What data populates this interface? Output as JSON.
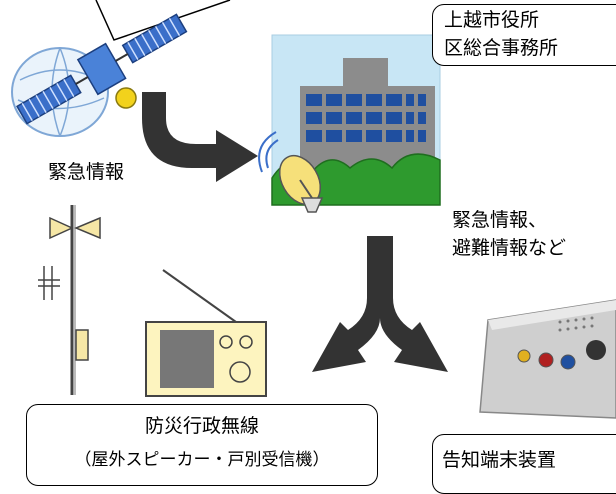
{
  "city_hall": {
    "line1": "上越市役所",
    "line2": "区総合事務所"
  },
  "satellite_label": "緊急情報",
  "info_label": {
    "line1": "緊急情報、",
    "line2": "避難情報など"
  },
  "bousai_box": {
    "title": "防災行政無線",
    "subtitle": "（屋外スピーカー・戸別受信機）"
  },
  "terminal_box": {
    "title": "告知端末装置"
  },
  "colors": {
    "building_bg": "#c8e6f5",
    "building": "#8c8c8c",
    "windows": "#1f4fa0",
    "trees": "#2e9a2e",
    "arrow": "#333333",
    "satellite_panel": "#3b6fc9",
    "satellite_body": "#f2d21c"
  }
}
